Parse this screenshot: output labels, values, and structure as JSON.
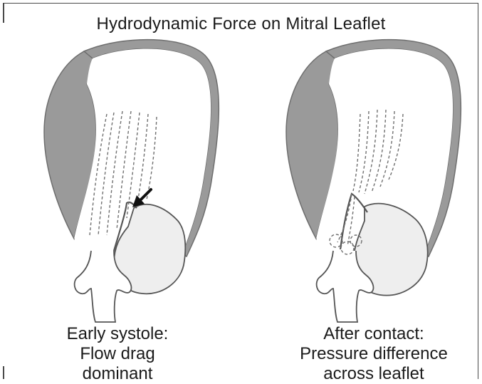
{
  "title": "Hydrodynamic Force on Mitral Leaflet",
  "panels": [
    {
      "caption_lines": [
        "Early systole:",
        "Flow drag",
        "dominant"
      ]
    },
    {
      "caption_lines": [
        "After contact:",
        "Pressure difference",
        "across leaflet"
      ]
    }
  ],
  "colors": {
    "wall": "#9a9a9a",
    "wall_stroke": "#6e6e6e",
    "cavity": "#ffffff",
    "atrium": "#eeeeee",
    "outline": "#555555",
    "flow_lines": "#707070",
    "arrow": "#111111"
  }
}
